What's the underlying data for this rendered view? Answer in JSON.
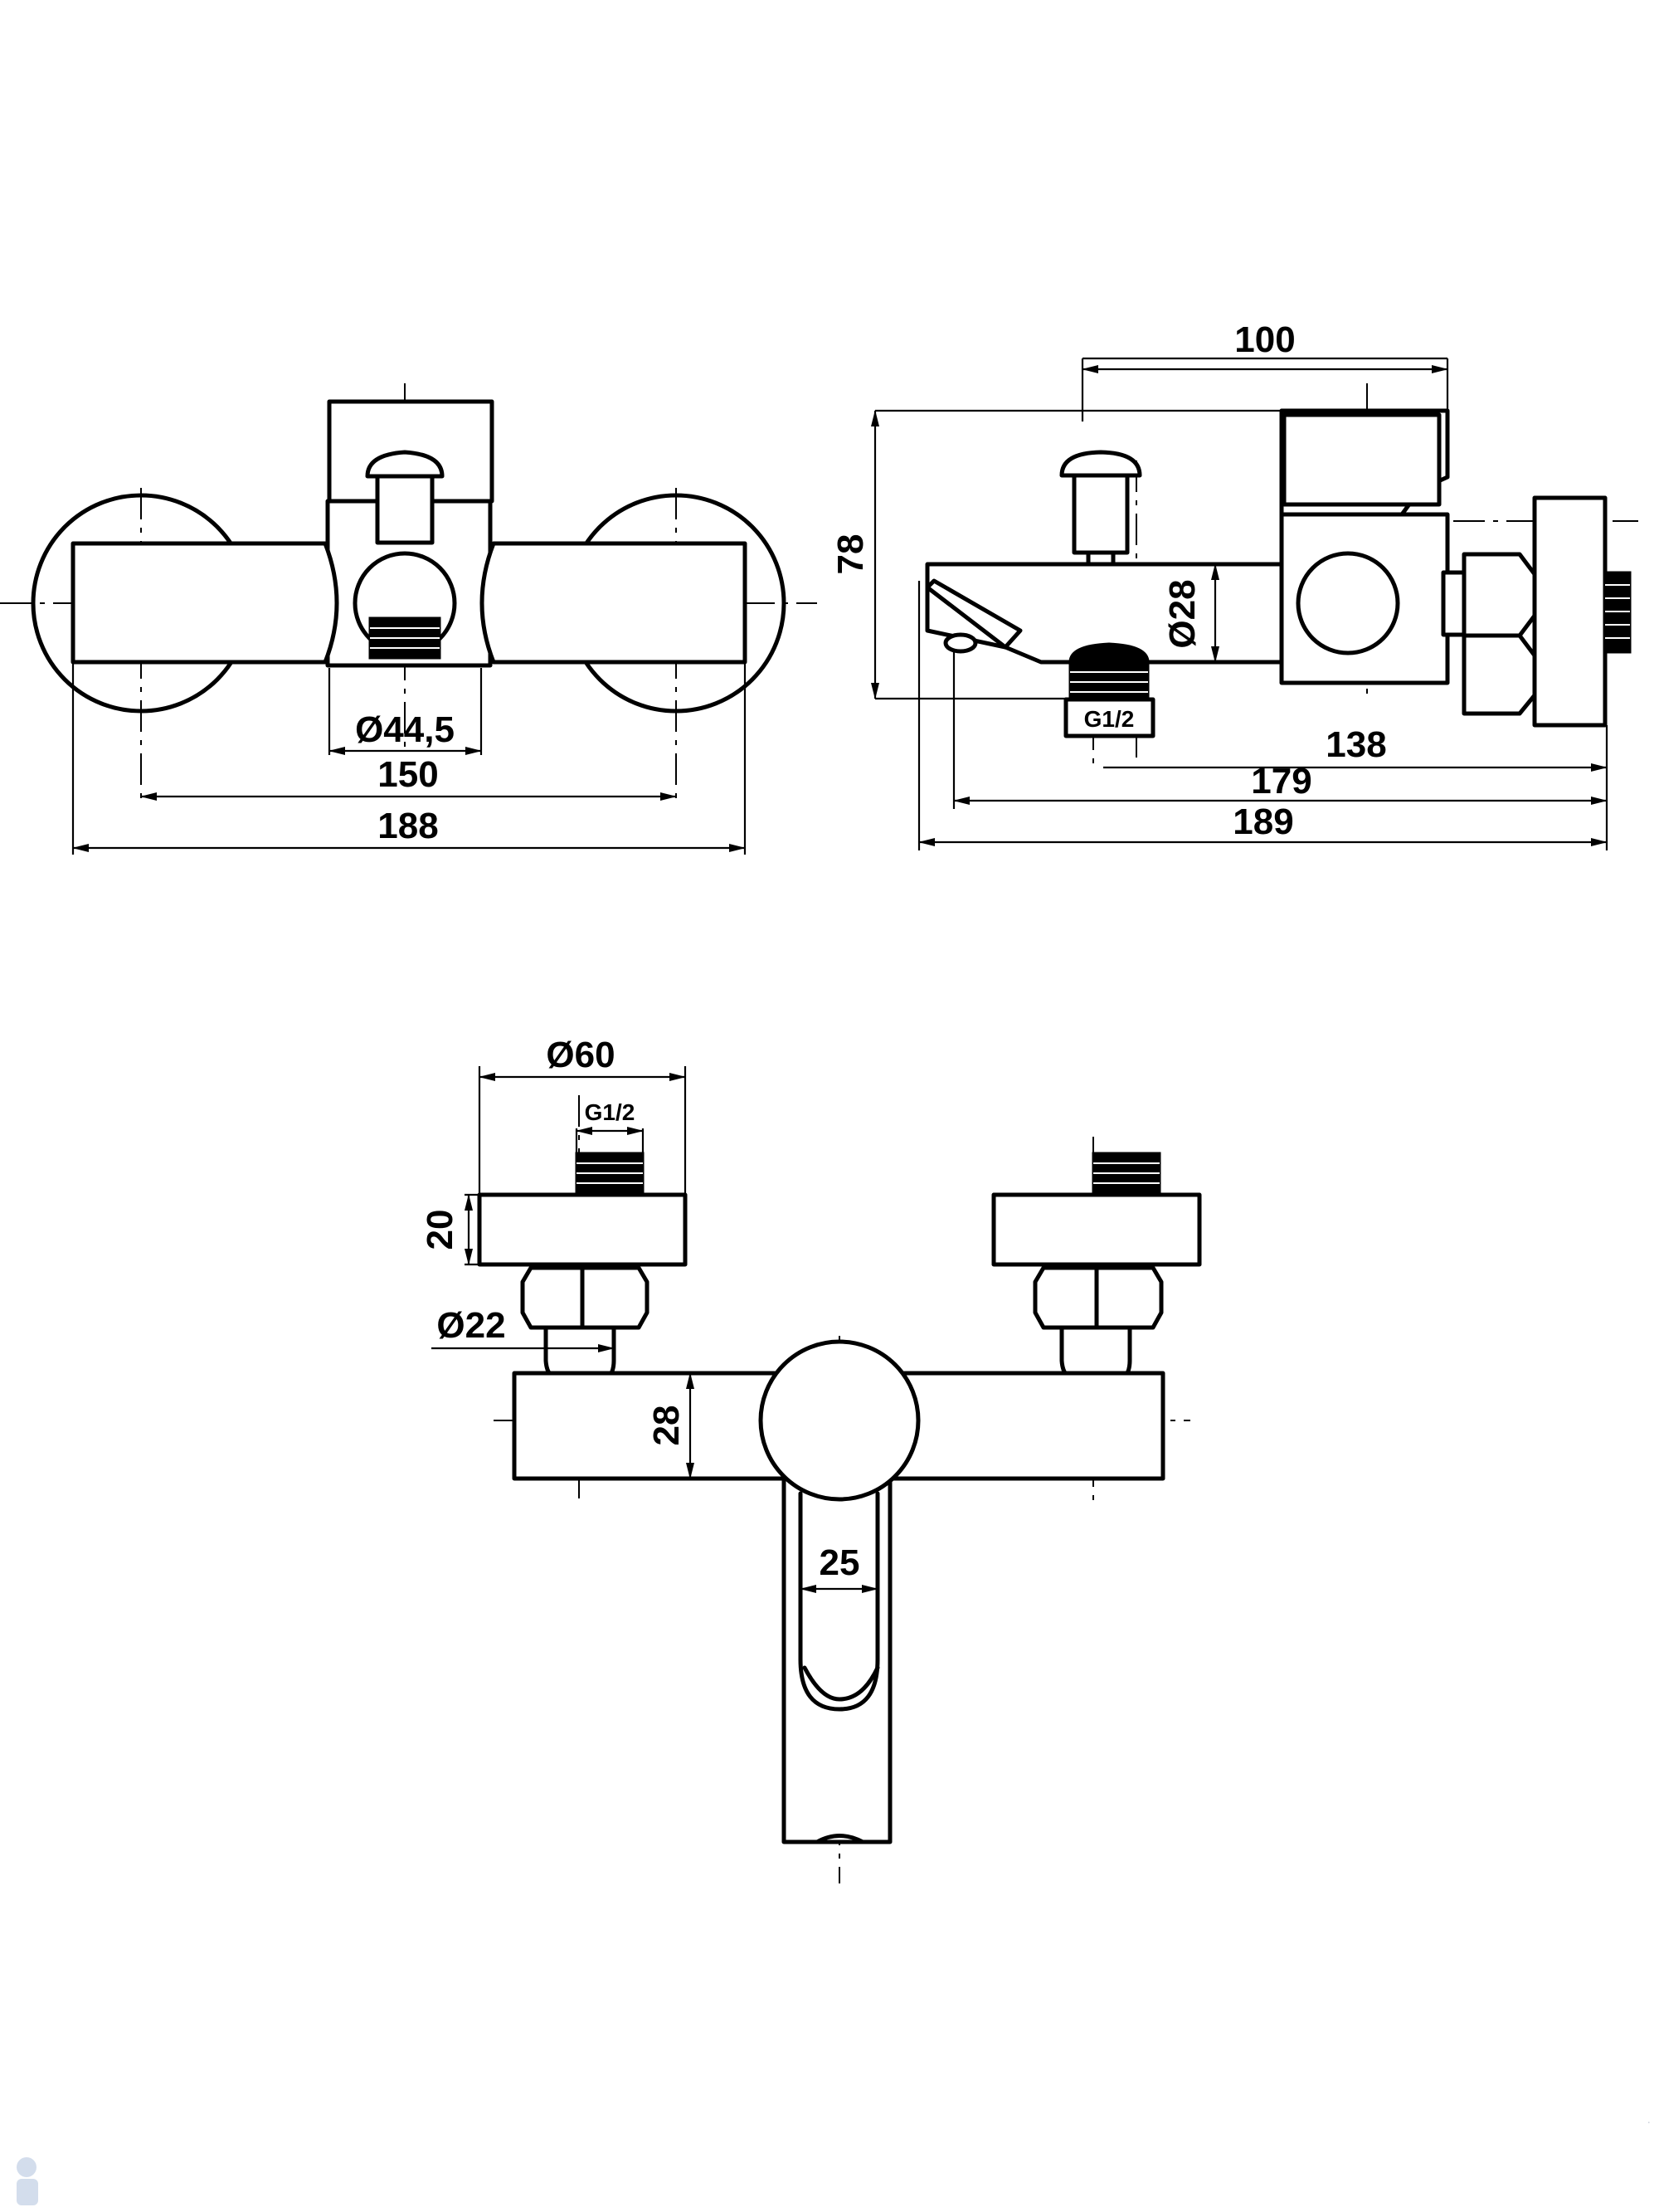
{
  "front_view": {
    "dim_shower_outlet": "Ø44,5",
    "dim_center_distance": "150",
    "dim_overall_width": "188"
  },
  "side_view": {
    "dim_depth_top": "100",
    "dim_height": "78",
    "dim_body_diameter": "Ø28",
    "dim_thread": "G1/2",
    "dim_to_outlet": "138",
    "dim_to_spout_mouth": "179",
    "dim_overall_depth": "189"
  },
  "bottom_view": {
    "dim_escutcheon_diameter": "Ø60",
    "dim_thread": "G1/2",
    "dim_escutcheon_height": "20",
    "dim_pipe_diameter": "Ø22",
    "dim_body_height": "28",
    "dim_spout_width": "25"
  }
}
